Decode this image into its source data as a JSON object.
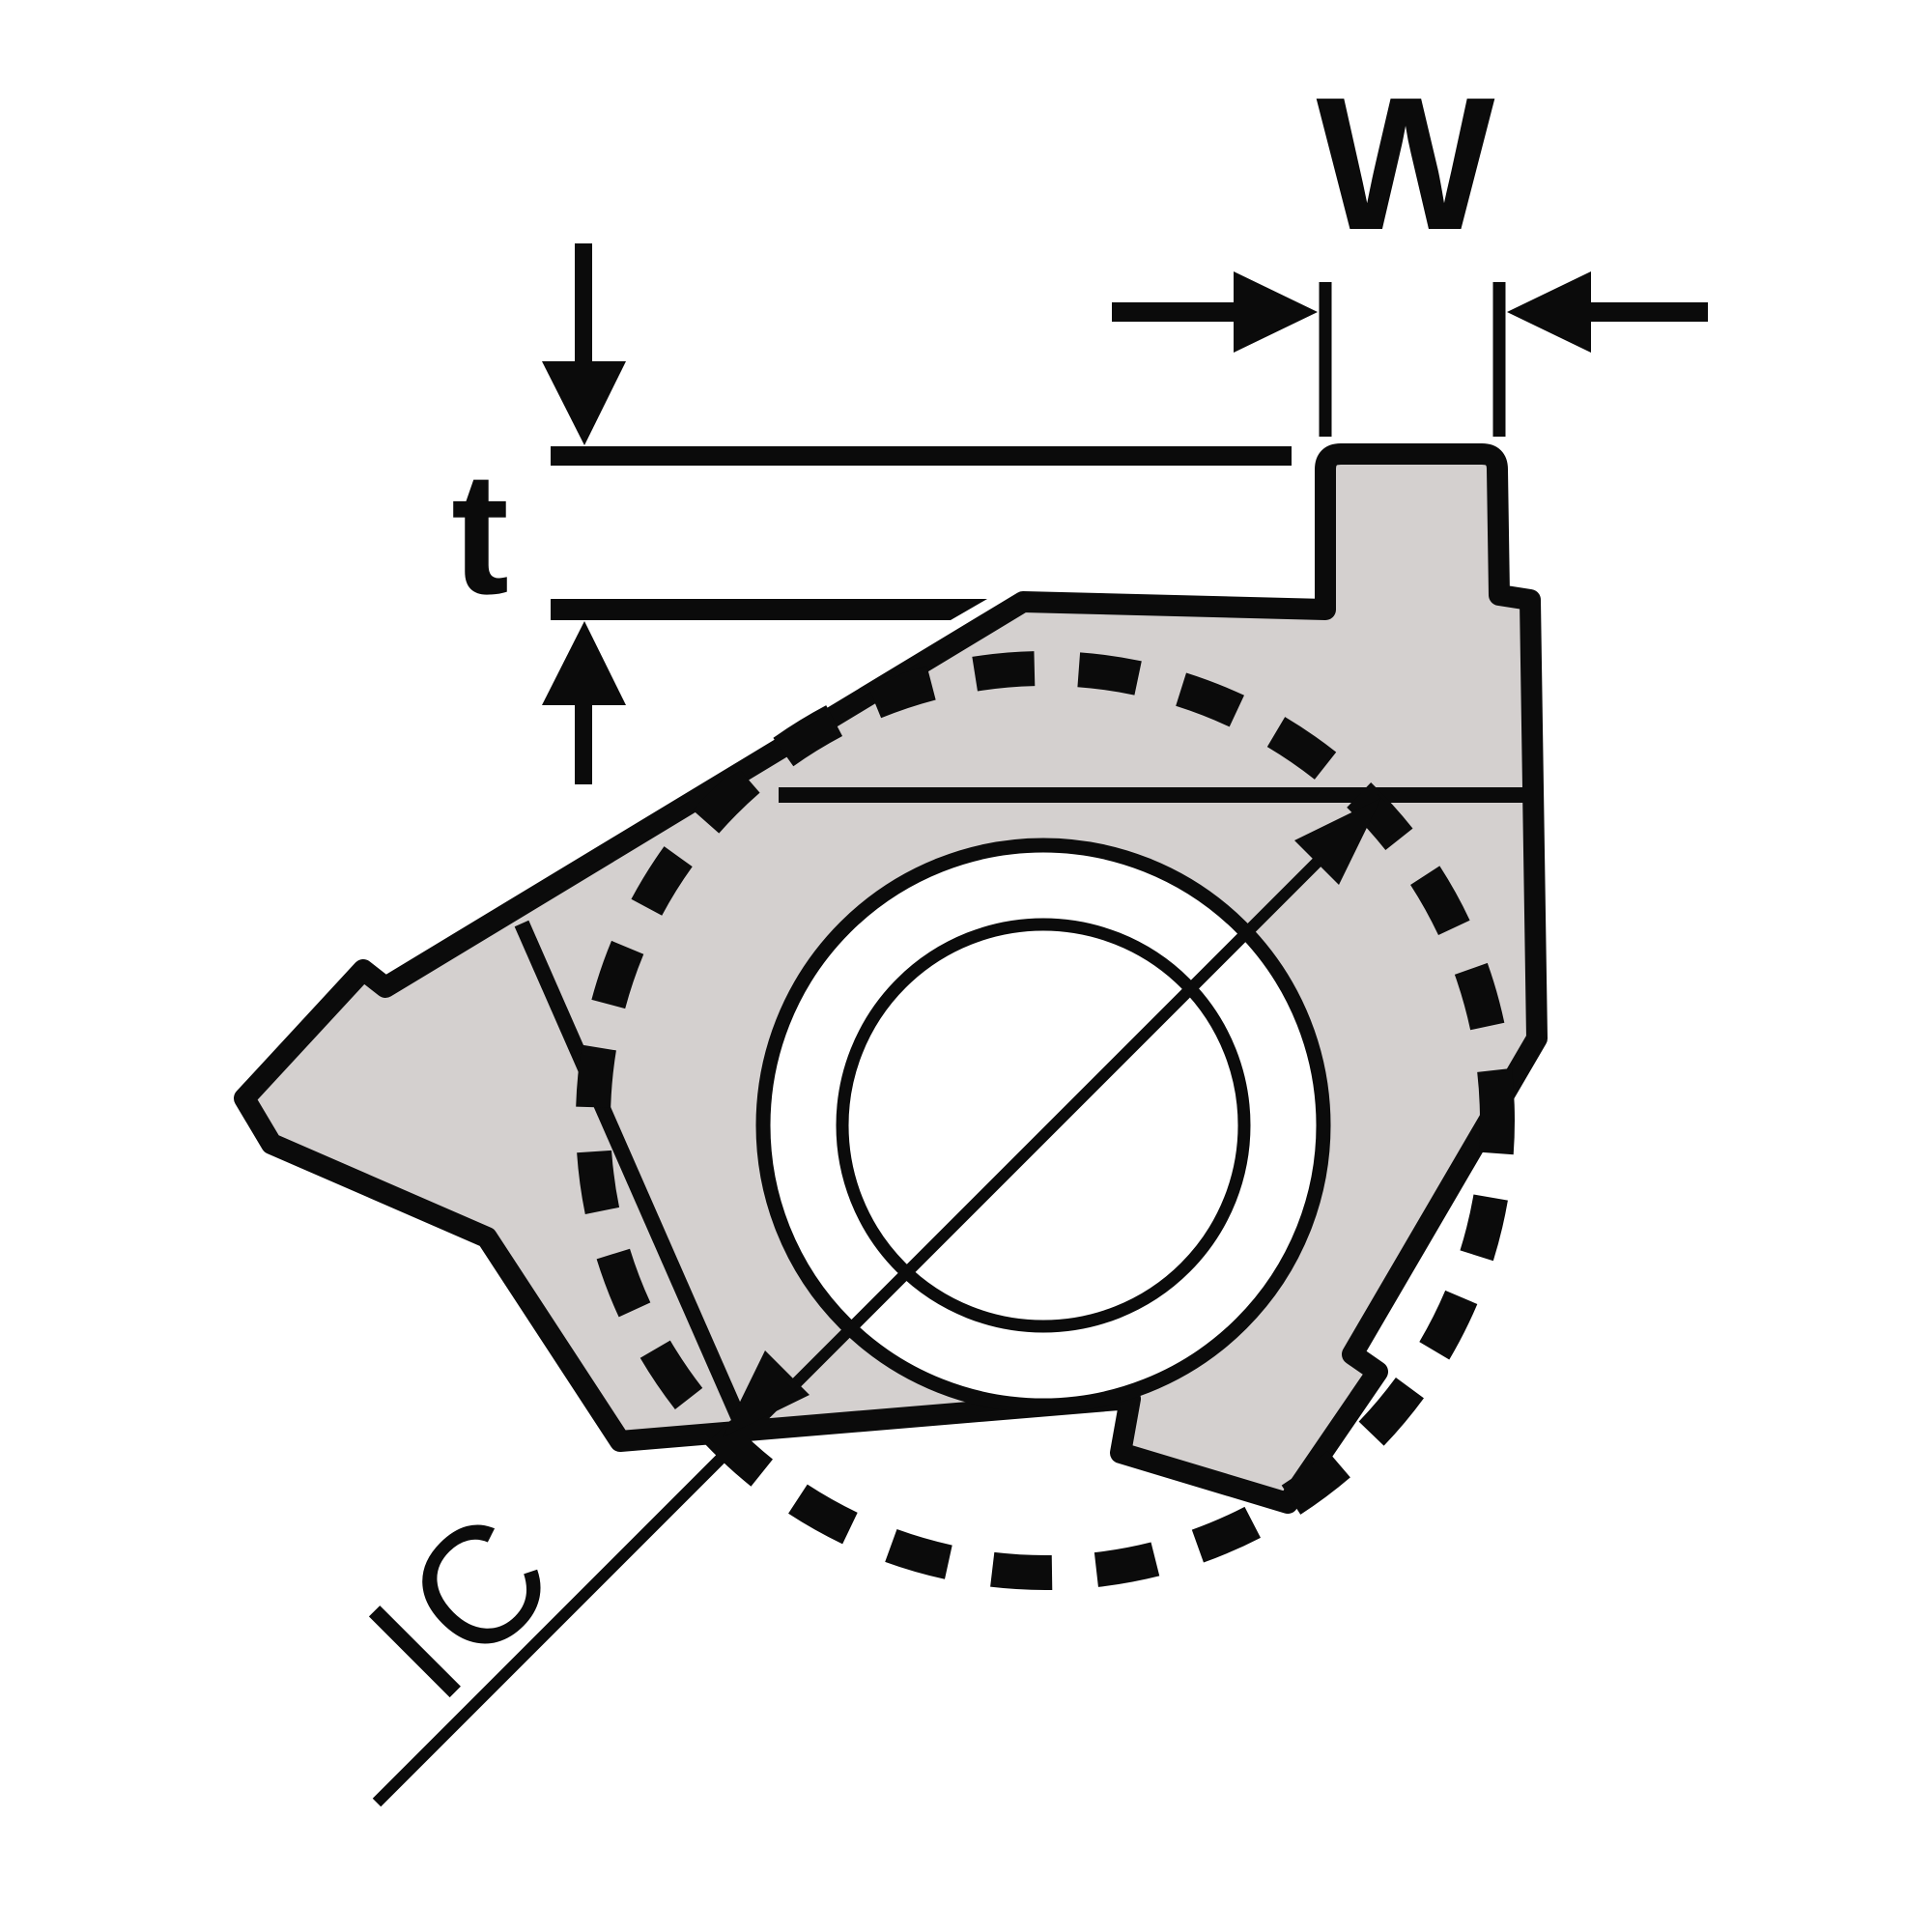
{
  "diagram": {
    "title": "threading-insert-dimension-diagram",
    "labels": {
      "width": "W",
      "thickness": "t",
      "inscribed_circle": "IC"
    },
    "colors": {
      "background": "#ffffff",
      "insert_fill": "#d4d0cf",
      "line": "#0b0b0b"
    }
  }
}
